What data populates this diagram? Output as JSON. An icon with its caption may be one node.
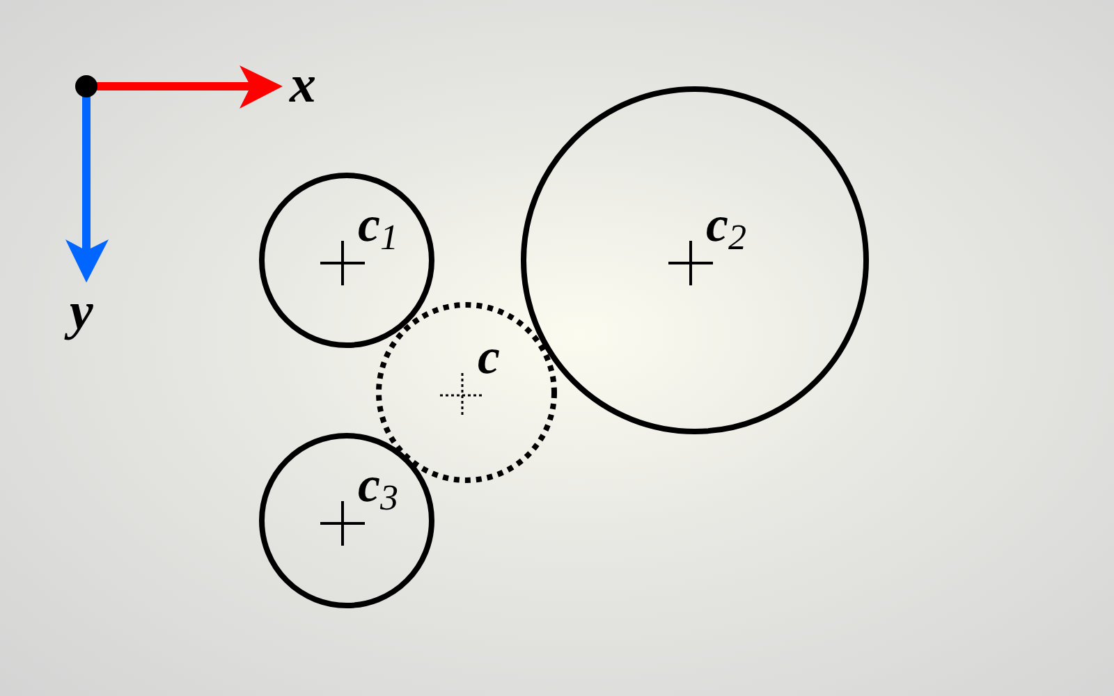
{
  "diagram": {
    "nodes": [
      {
        "text": [
          "c$_{1}$"
        ]
      },
      {
        "text": [
          "c$_{2}$"
        ]
      },
      {
        "text": [
          "c"
        ]
      },
      {
        "text": [
          "c$_{3}$"
        ]
      }
    ],
    "labels": [
      "x",
      "y"
    ]
  }
}
